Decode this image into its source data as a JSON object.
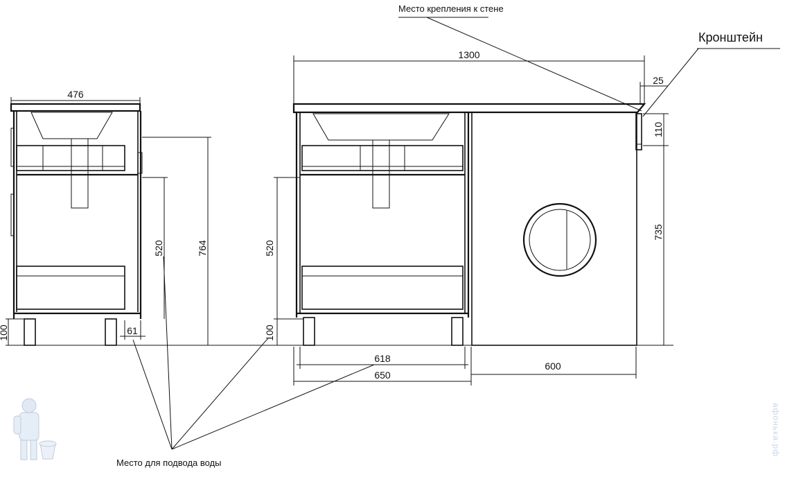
{
  "annotations": {
    "wall_mount": "Место крепления к стене",
    "bracket": "Кронштейн",
    "water_supply": "Место для подвода воды"
  },
  "dimensions": {
    "side_width": "476",
    "side_height_total": "764",
    "side_drain_height": "520",
    "side_leg_height": "100",
    "side_water_offset": "61",
    "front_total_width": "1300",
    "front_bracket_offset": "25",
    "front_bracket_height": "110",
    "front_machine_height": "735",
    "front_drain_height": "520",
    "front_leg_height": "100",
    "front_inner_width": "618",
    "front_cabinet_width": "650",
    "front_machine_width": "600"
  },
  "watermark": {
    "text": "афонька.рф",
    "logo": "plumber-mascot-icon"
  },
  "colors": {
    "line": "#111111",
    "watermark": "#c9d6ea"
  }
}
